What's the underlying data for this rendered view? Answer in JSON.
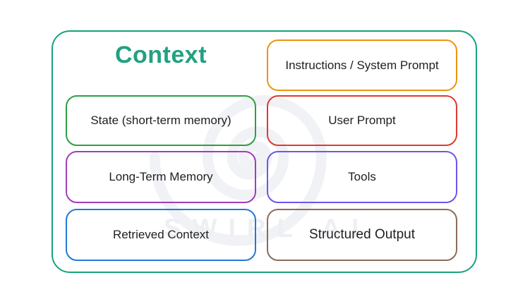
{
  "diagram": {
    "title": "Context",
    "watermark": "SWIRL AI",
    "colors": {
      "outer_frame": "#17a27c",
      "title": "#21a182",
      "box_text": "#1f1f1f",
      "watermark": "#edeff3"
    },
    "boxes": [
      {
        "id": "instructions-system-prompt",
        "label": "Instructions / System Prompt",
        "border_color": "#ed9410"
      },
      {
        "id": "state-short-term-memory",
        "label": "State (short-term memory)",
        "border_color": "#2e9e44"
      },
      {
        "id": "user-prompt",
        "label": "User Prompt",
        "border_color": "#df3a30"
      },
      {
        "id": "long-term-memory",
        "label": "Long-Term Memory",
        "border_color": "#a03cbb"
      },
      {
        "id": "tools",
        "label": "Tools",
        "border_color": "#6e55ec"
      },
      {
        "id": "retrieved-context",
        "label": "Retrieved Context",
        "border_color": "#2478d4"
      },
      {
        "id": "structured-output",
        "label": "Structured Output",
        "border_color": "#8a6b5c"
      }
    ]
  }
}
